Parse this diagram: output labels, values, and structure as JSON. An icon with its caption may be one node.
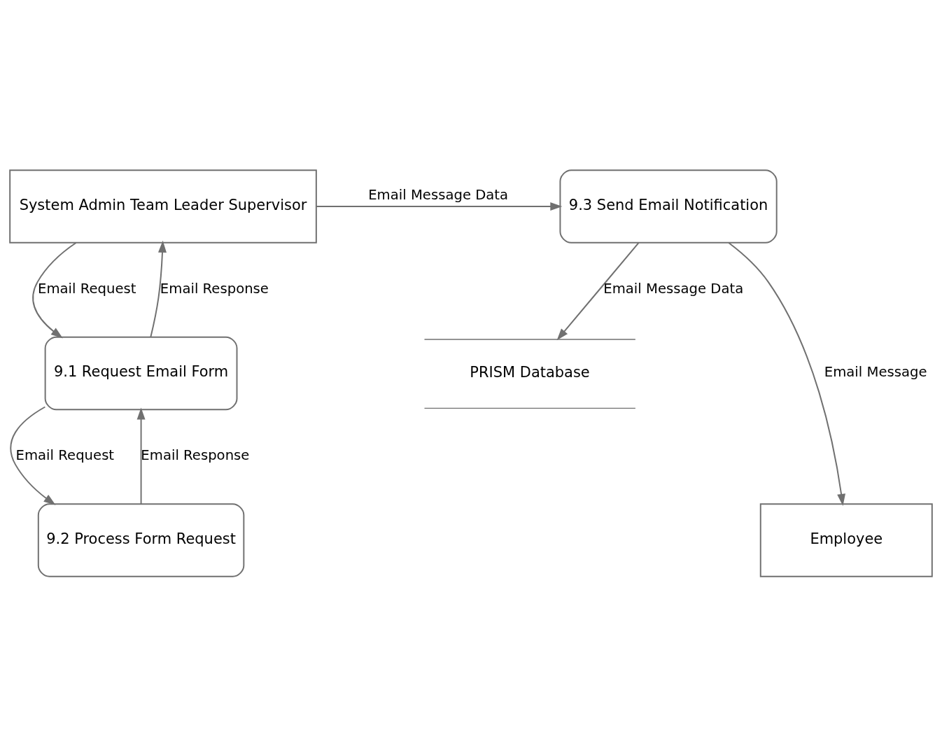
{
  "diagram": {
    "nodes": [
      {
        "text": [
          "System Admin Team Leader Supervisor"
        ]
      },
      {
        "text": [
          "9.3 Send Email Notification"
        ]
      },
      {
        "text": [
          "9.1 Request Email Form"
        ]
      },
      {
        "text": [
          "PRISM Database"
        ]
      },
      {
        "text": [
          "9.2 Process Form Request"
        ]
      },
      {
        "text": [
          "Employee"
        ]
      }
    ],
    "edges": [
      {
        "from": 0,
        "to": 1,
        "arrow": "to",
        "label": "Email Message Data"
      },
      {
        "from": 0,
        "to": 2,
        "arrow": "to",
        "label": "Email Request"
      },
      {
        "from": 2,
        "to": 0,
        "arrow": "to",
        "label": "Email Response"
      },
      {
        "from": 1,
        "to": 3,
        "arrow": "to",
        "label": "Email Message Data"
      },
      {
        "from": 1,
        "to": 5,
        "arrow": "to",
        "label": "Email Message"
      },
      {
        "from": 2,
        "to": 4,
        "arrow": "to",
        "label": "Email Request"
      },
      {
        "from": 4,
        "to": 2,
        "arrow": "to",
        "label": "Email Response"
      }
    ]
  }
}
